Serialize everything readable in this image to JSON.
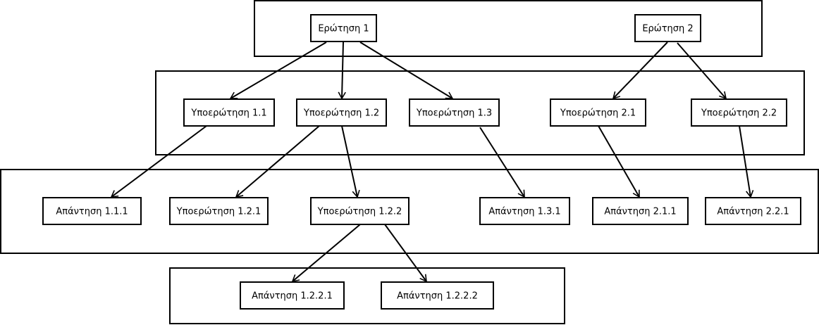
{
  "nodes": {
    "q1": "Ερώτηση 1",
    "q2": "Ερώτηση 2",
    "sq11": "Υποερώτηση 1.1",
    "sq12": "Υποερώτηση 1.2",
    "sq13": "Υποερώτηση 1.3",
    "sq21": "Υποερώτηση 2.1",
    "sq22": "Υποερώτηση 2.2",
    "a111": "Απάντηση 1.1.1",
    "sq121": "Υποερώτηση 1.2.1",
    "sq122": "Υποερώτηση 1.2.2",
    "a131": "Απάντηση 1.3.1",
    "a211": "Απάντηση 2.1.1",
    "a221": "Απάντηση 2.2.1",
    "a1221": "Απάντηση 1.2.2.1",
    "a1222": "Απάντηση 1.2.2.2"
  },
  "edges": [
    [
      "q1",
      "sq11"
    ],
    [
      "q1",
      "sq12"
    ],
    [
      "q1",
      "sq13"
    ],
    [
      "q2",
      "sq21"
    ],
    [
      "q2",
      "sq22"
    ],
    [
      "sq11",
      "a111"
    ],
    [
      "sq12",
      "sq121"
    ],
    [
      "sq12",
      "sq122"
    ],
    [
      "sq13",
      "a131"
    ],
    [
      "sq21",
      "a211"
    ],
    [
      "sq22",
      "a221"
    ],
    [
      "sq122",
      "a1221"
    ],
    [
      "sq122",
      "a1222"
    ]
  ]
}
